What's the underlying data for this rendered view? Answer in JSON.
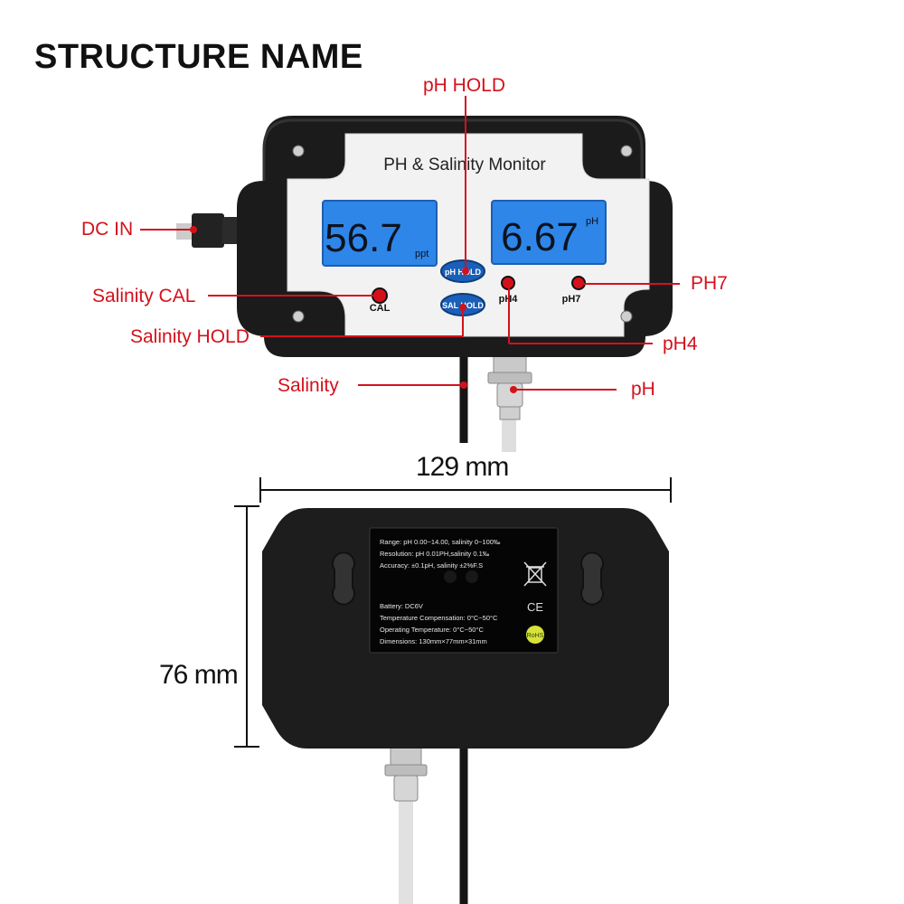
{
  "title": "STRUCTURE NAME",
  "colors": {
    "callout": "#d4111b",
    "device_body": "#1b1b1b",
    "faceplate": "#f2f2f2",
    "lcd": "#2e86e8",
    "button": "#1a5fb8"
  },
  "front": {
    "device_label": "PH & Salinity Monitor",
    "salinity_display": {
      "value": "56.7",
      "unit": "ppt"
    },
    "ph_display": {
      "value": "6.67",
      "unit": "pH"
    },
    "buttons": {
      "ph_hold": "pH HOLD",
      "sal_hold": "SAL HOLD"
    },
    "button_labels": {
      "cal": "CAL",
      "ph4": "pH4",
      "ph7": "pH7"
    },
    "callouts": {
      "ph_hold": "pH HOLD",
      "dc_in": "DC IN",
      "salinity_cal": "Salinity CAL",
      "salinity_hold": "Salinity HOLD",
      "salinity": "Salinity",
      "ph7": "PH7",
      "ph4": "pH4",
      "ph": "pH"
    }
  },
  "back": {
    "width_label": "129 mm",
    "height_label": "76 mm",
    "spec_lines": [
      "Range: pH 0.00~14.00, salinity  0~100‰",
      "Resolution: pH 0.01PH,salinity 0.1‰",
      "Accuracy: ±0.1pH, salinity ±2%F.S",
      "Battery: DC6V",
      "Temperature Compensation: 0°C~50°C",
      "Operating Temperature: 0°C~50°C",
      "Dimensions: 130mm×77mm×31mm"
    ],
    "marks": {
      "ce": "CE",
      "rohs": "RoHS"
    }
  }
}
